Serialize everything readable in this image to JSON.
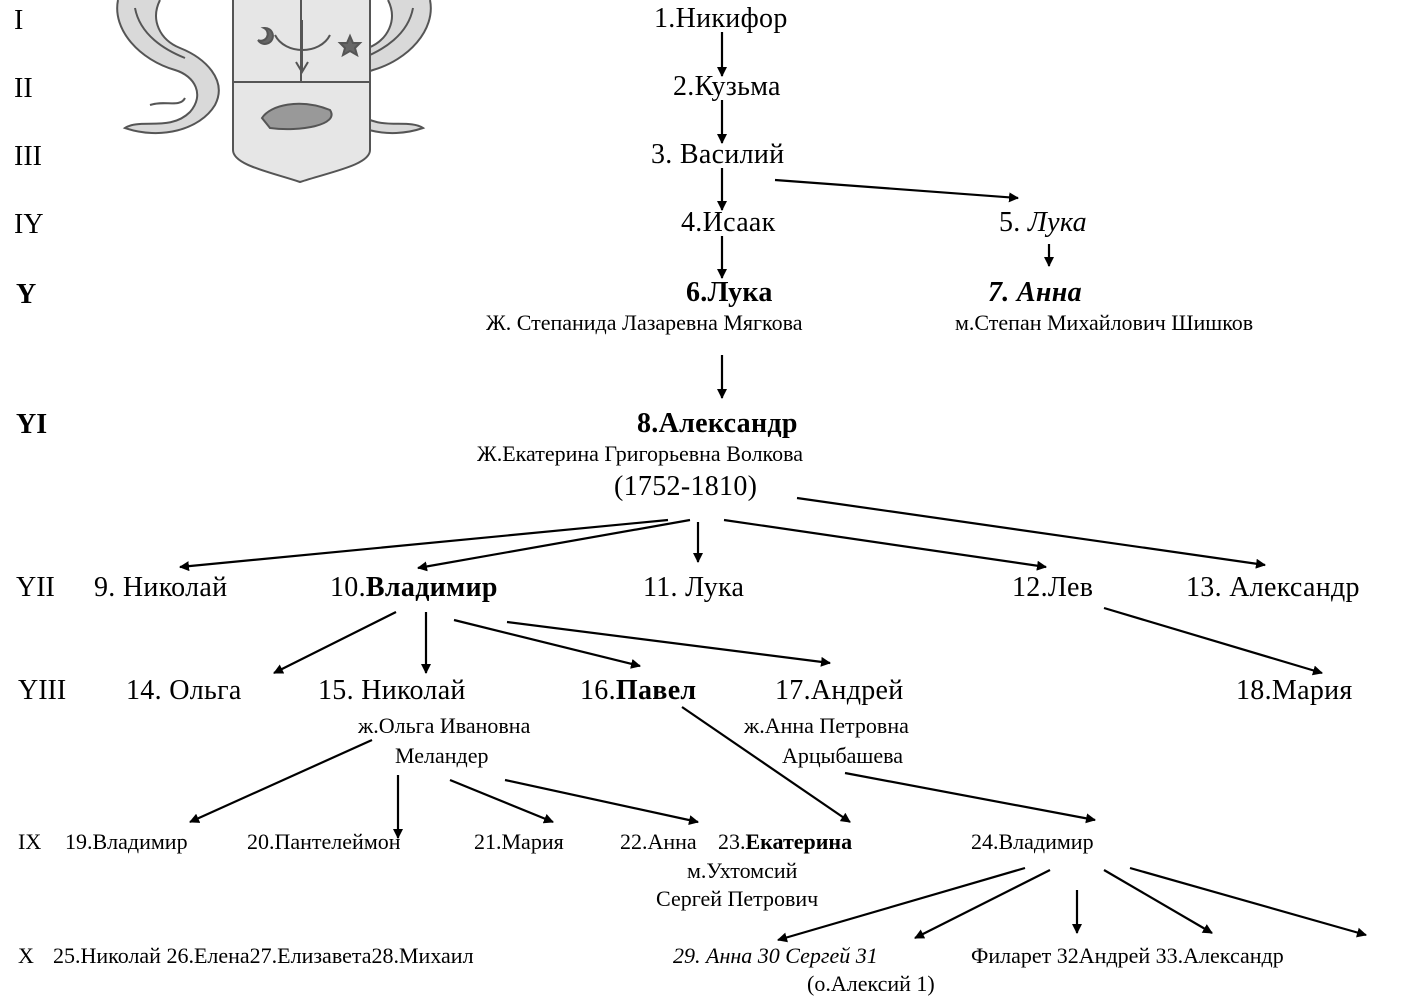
{
  "generations": [
    "I",
    "II",
    "III",
    "IY",
    "Y",
    "YI",
    "YII",
    "YIII",
    "IX",
    "X"
  ],
  "people": {
    "p1": "1.Никифор",
    "p2": "2.Кузьма",
    "p3": "3. Василий",
    "p4": "4.Исаак",
    "p5_num": "5.",
    "p5_name": "Лука",
    "p6": "6.Лука",
    "p6_spouse": "Ж. Степанида Лазаревна Мягкова",
    "p7": "7. Анна",
    "p7_spouse": "м.Степан Михайлович Шишков",
    "p8": "8.Александр",
    "p8_spouse": "Ж.Екатерина Григорьевна Волкова",
    "p8_dates": "(1752-1810)",
    "p9": "9. Николай",
    "p10_num": "10.",
    "p10_name": "Владимир",
    "p11": "11. Лука",
    "p12": "12.Лев",
    "p13": "13. Александр",
    "p14": "14. Ольга",
    "p15": "15. Николай",
    "p15_spouse_1": "ж.Ольга Ивановна",
    "p15_spouse_2": "Меландер",
    "p16_num": "16.",
    "p16_name": "Павел",
    "p17": "17.Андрей",
    "p17_spouse_1": "ж.Анна Петровна",
    "p17_spouse_2": "Арцыбашева",
    "p18": "18.Мария",
    "p19": "19.Владимир",
    "p20": "20.Пантелеймон",
    "p21": "21.Мария",
    "p22": "22.Анна",
    "p23_num": "23.",
    "p23_name": "Екатерина",
    "p23_spouse_1": "м.Ухтомсий",
    "p23_spouse_2": "Сергей Петрович",
    "p24": "24.Владимир",
    "p25_28": "25.Николай 26.Елена27.Елизавета28.Михаил",
    "p29_30_31": "29. Анна 30 Сергей  31",
    "p31_33": "Филарет 32Андрей 33.Александр",
    "p31_note": "(о.Алексий 1)"
  },
  "colors": {
    "ink": "#000000",
    "crest": "#555555"
  }
}
